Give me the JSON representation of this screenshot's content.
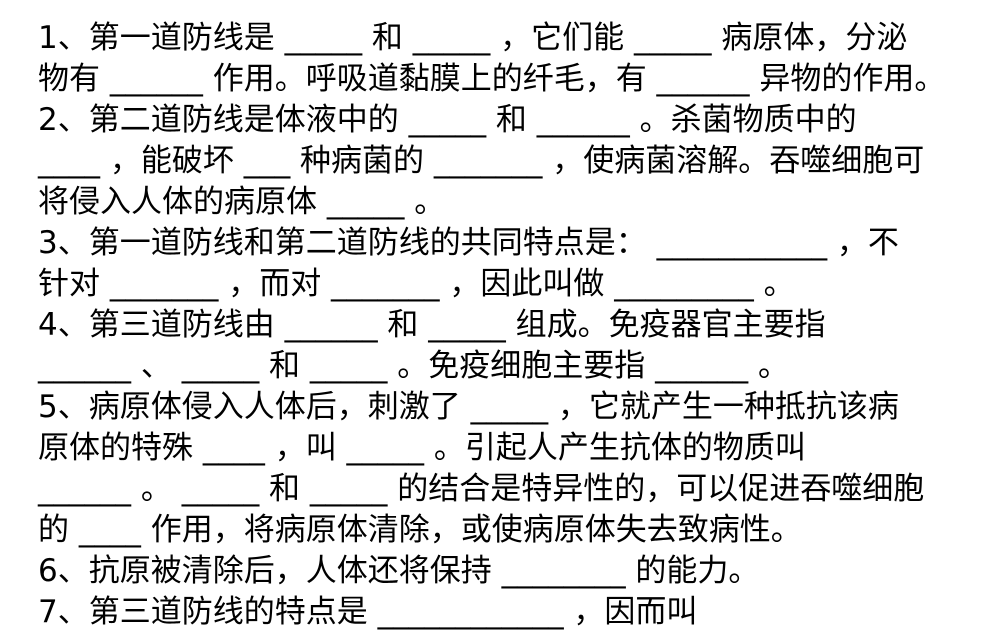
{
  "document": {
    "lines": [
      "1、第一道防线是 _____ 和 _____ ，它们能 _____ 病原体，分泌",
      "物有 ______ 作用。呼吸道黏膜上的纤毛，有 ______ 异物的作用。",
      "2、第二道防线是体液中的 _____ 和 ______ 。杀菌物质中的",
      "____ ，能破坏 ___ 种病菌的 _______ ，使病菌溶解。吞噬细胞可",
      "将侵入人体的病原体 _____ 。",
      "3、第一道防线和第二道防线的共同特点是： ___________ ，不",
      "针对 _______ ，而对 _______ ，因此叫做 _________ 。",
      "4、第三道防线由 ______ 和 _____ 组成。免疫器官主要指",
      "______ 、 _____ 和 _____ 。免疫细胞主要指 ______ 。",
      "5、病原体侵入人体后，刺激了 _____ ，它就产生一种抵抗该病",
      "原体的特殊 ____ ，叫 _____ 。引起人产生抗体的物质叫",
      "______ 。 _____ 和 _____ 的结合是特异性的，可以促进吞噬细胞",
      "的 ____ 作用，将病原体清除，或使病原体失去致病性。",
      "6、抗原被清除后，人体还将保持 ________ 的能力。",
      "7、第三道防线的特点是 ____________ ，因而叫"
    ]
  }
}
